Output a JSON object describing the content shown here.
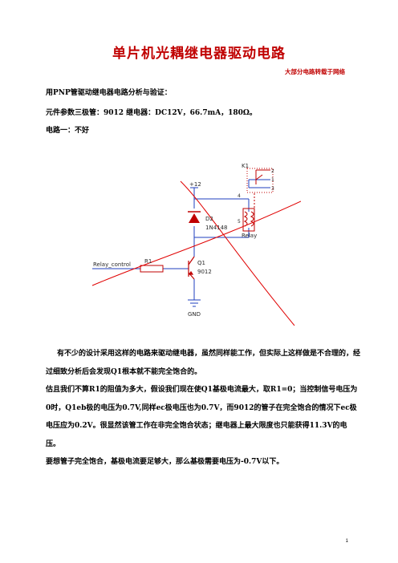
{
  "header": {
    "title": "单片机光耦继电器驱动电路",
    "subtitle": "大部分电路转载于网络"
  },
  "intro": {
    "line1": "用PNP管驱动继电器电路分析与验证：",
    "line2": "元件参数三极管：9012  继电器：DC12V，66.7mA，180Ω。",
    "line3": "电路一：不好"
  },
  "circuit": {
    "k1": "K1",
    "pin2": "2",
    "pin1": "1",
    "pin3": "3",
    "vcc": "+12",
    "pin4": "4",
    "pin5": "5",
    "d2": "D2",
    "d2_part": "1N4148",
    "relay": "Relay",
    "r1": "R1",
    "relay_control": "Relay_control",
    "q1": "Q1",
    "q1_part": "9012",
    "gnd": "GND",
    "colors": {
      "wire": "#1f3fbf",
      "component": "#c00000",
      "strike": "#e00000",
      "netlabel": "#2a2a2a"
    }
  },
  "body": {
    "para1": "有不少的设计采用这样的电路来驱动继电器，虽然同样能工作，但实际上这样做是不合理的，经过细致分析后会发现Q1根本就不能完全饱合的。",
    "para2": "估且我们不算R1的阻值为多大，假设我们现在使Q1基极电流最大，取R1=0；当控制信号电压为0时，Q1eb极的电压为0.7V,同样ec极电压也为0.7V，而9012的管子在完全饱合的情况下ec极电压应为0.2V。很显然该管工作在非完全饱合状态；继电器上最大限度也只能获得11.3V的电压。",
    "para3": "要想管子完全饱合，基极电流要足够大，那么基极需要电压为-0.7V以下。"
  },
  "footer": {
    "page_number": "1"
  }
}
